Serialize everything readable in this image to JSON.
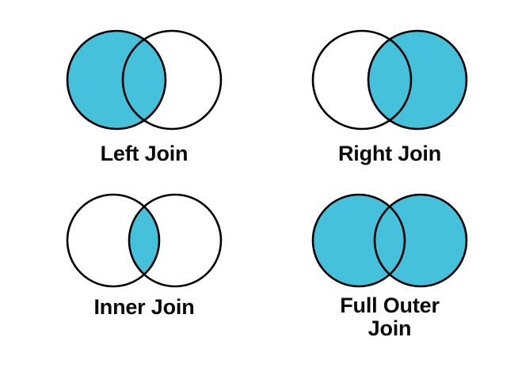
{
  "page": {
    "title": "SQL Join Types Venn Diagrams",
    "background_color": "#ffffff",
    "fill_color": "#45c1db",
    "stroke_color": "#000000",
    "text_color": "#0a0a0a"
  },
  "diagrams": [
    {
      "id": "left-join",
      "label": "Left Join",
      "position": "top-left",
      "highlight": "left-circle-only-plus-intersection",
      "left_circle_filled": true,
      "right_circle_filled": false,
      "intersection_filled": true
    },
    {
      "id": "right-join",
      "label": "Right Join",
      "position": "top-right",
      "highlight": "right-circle-only-plus-intersection",
      "left_circle_filled": false,
      "right_circle_filled": true,
      "intersection_filled": true
    },
    {
      "id": "inner-join",
      "label": "Inner Join",
      "position": "bottom-left",
      "highlight": "intersection-only",
      "left_circle_filled": false,
      "right_circle_filled": false,
      "intersection_filled": true
    },
    {
      "id": "full-outer-join",
      "label": "Full Outer\nJoin",
      "position": "bottom-right",
      "highlight": "both-circles-union",
      "left_circle_filled": true,
      "right_circle_filled": true,
      "intersection_filled": true
    }
  ]
}
